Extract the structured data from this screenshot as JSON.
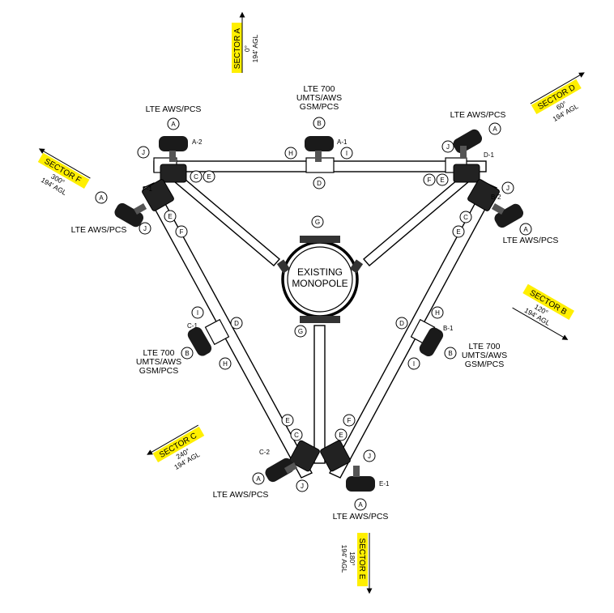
{
  "structure": {
    "monopole_line1": "EXISTING",
    "monopole_line2": "MONOPOLE"
  },
  "sectors": {
    "a": {
      "name": "SECTOR A",
      "azimuth": "0°",
      "elevation": "194' AGL"
    },
    "d": {
      "name": "SECTOR D",
      "azimuth": "60°",
      "elevation": "194' AGL"
    },
    "b": {
      "name": "SECTOR B",
      "azimuth": "120°",
      "elevation": "194' AGL"
    },
    "e": {
      "name": "SECTOR E",
      "azimuth": "180°",
      "elevation": "194' AGL"
    },
    "c": {
      "name": "SECTOR C",
      "azimuth": "240°",
      "elevation": "194' AGL"
    },
    "f": {
      "name": "SECTOR F",
      "azimuth": "300°",
      "elevation": "194' AGL"
    }
  },
  "antennas": {
    "a2": {
      "id": "A-2",
      "tech": "LTE AWS/PCS"
    },
    "a1": {
      "id": "A-1",
      "tech_line1": "LTE 700",
      "tech_line2": "UMTS/AWS",
      "tech_line3": "GSM/PCS"
    },
    "d1": {
      "id": "D-1",
      "tech": "LTE AWS/PCS"
    },
    "f1": {
      "id": "F-1",
      "tech": "LTE AWS/PCS"
    },
    "b2": {
      "id": "B-2",
      "tech": "LTE AWS/PCS"
    },
    "c1": {
      "id": "C-1",
      "tech_line1": "LTE 700",
      "tech_line2": "UMTS/AWS",
      "tech_line3": "GSM/PCS"
    },
    "b1": {
      "id": "B-1",
      "tech_line1": "LTE 700",
      "tech_line2": "UMTS/AWS",
      "tech_line3": "GSM/PCS"
    },
    "c2": {
      "id": "C-2",
      "tech": "LTE AWS/PCS"
    },
    "e1": {
      "id": "E-1",
      "tech": "LTE AWS/PCS"
    }
  },
  "callouts": {
    "A": "A",
    "B": "B",
    "C": "C",
    "D": "D",
    "E": "E",
    "F": "F",
    "G": "G",
    "H": "H",
    "I": "I",
    "J": "J"
  },
  "colors": {
    "highlight": "#ffef00",
    "line": "#000000",
    "antenna": "#1a1a1a"
  }
}
